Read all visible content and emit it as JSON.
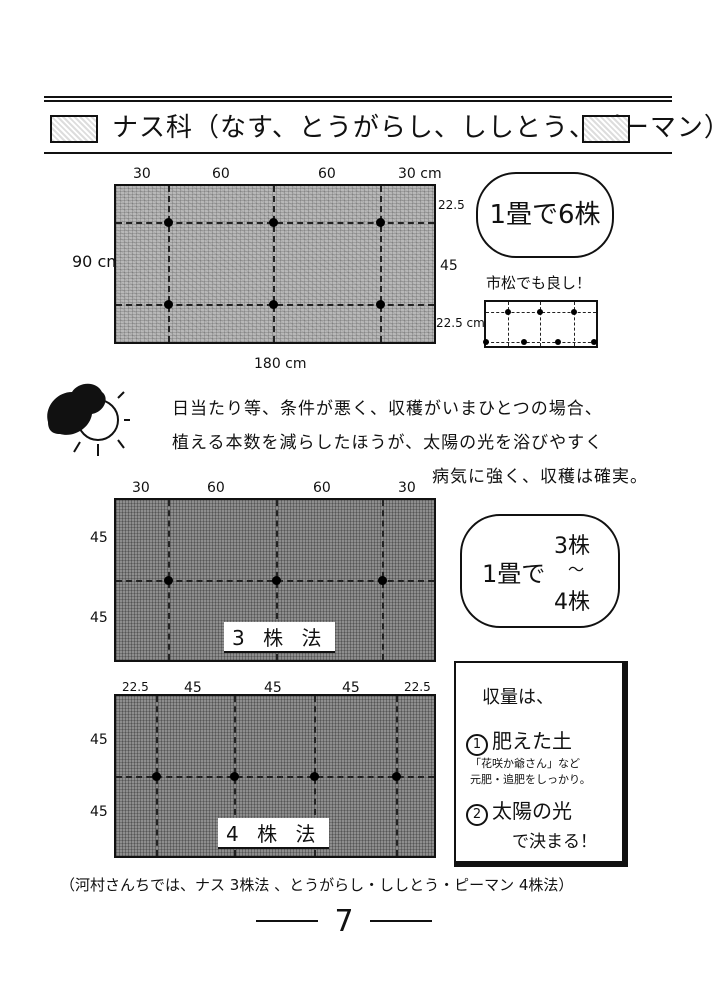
{
  "title": "ナス科（なす、とうがらし、ししとう、ピーマン）",
  "plan6": {
    "top_dims": [
      "30",
      "60",
      "60",
      "30 cm"
    ],
    "left_dim": "90 cm",
    "right_dims": [
      "22.5",
      "45",
      "22.5 cm"
    ],
    "bottom_dim": "180 cm",
    "badge": "1畳で6株",
    "checker_note": "市松でも良し！"
  },
  "advice_lines": [
    "日当たり等、条件が悪く、収穫がいまひとつの場合、",
    "植える本数を減らしたほうが、太陽の光を浴びやすく",
    "病気に強く、収穫は確実。"
  ],
  "plan3": {
    "top_dims": [
      "30",
      "60",
      "60",
      "30"
    ],
    "left_dims": [
      "45",
      "45"
    ],
    "label": "3 株 法",
    "badge_line1": "1畳で",
    "badge_line2": "3株",
    "badge_line3": "〜",
    "badge_line4": "4株"
  },
  "plan4": {
    "top_dims": [
      "22.5",
      "45",
      "45",
      "45",
      "22.5"
    ],
    "left_dims": [
      "45",
      "45"
    ],
    "label": "4 株 法"
  },
  "yield_box": {
    "heading": "収量は、",
    "item1_num": "1",
    "item1": "肥えた土",
    "item1_note1": "「花咲か爺さん」など",
    "item1_note2": "元肥・追肥をしっかり。",
    "item2_num": "2",
    "item2": "太陽の光",
    "item2_end": "で決まる！"
  },
  "footnote": "（河村さんちでは、ナス 3株法 、とうがらし・ししとう・ピーマン 4株法）",
  "page_number": "7"
}
